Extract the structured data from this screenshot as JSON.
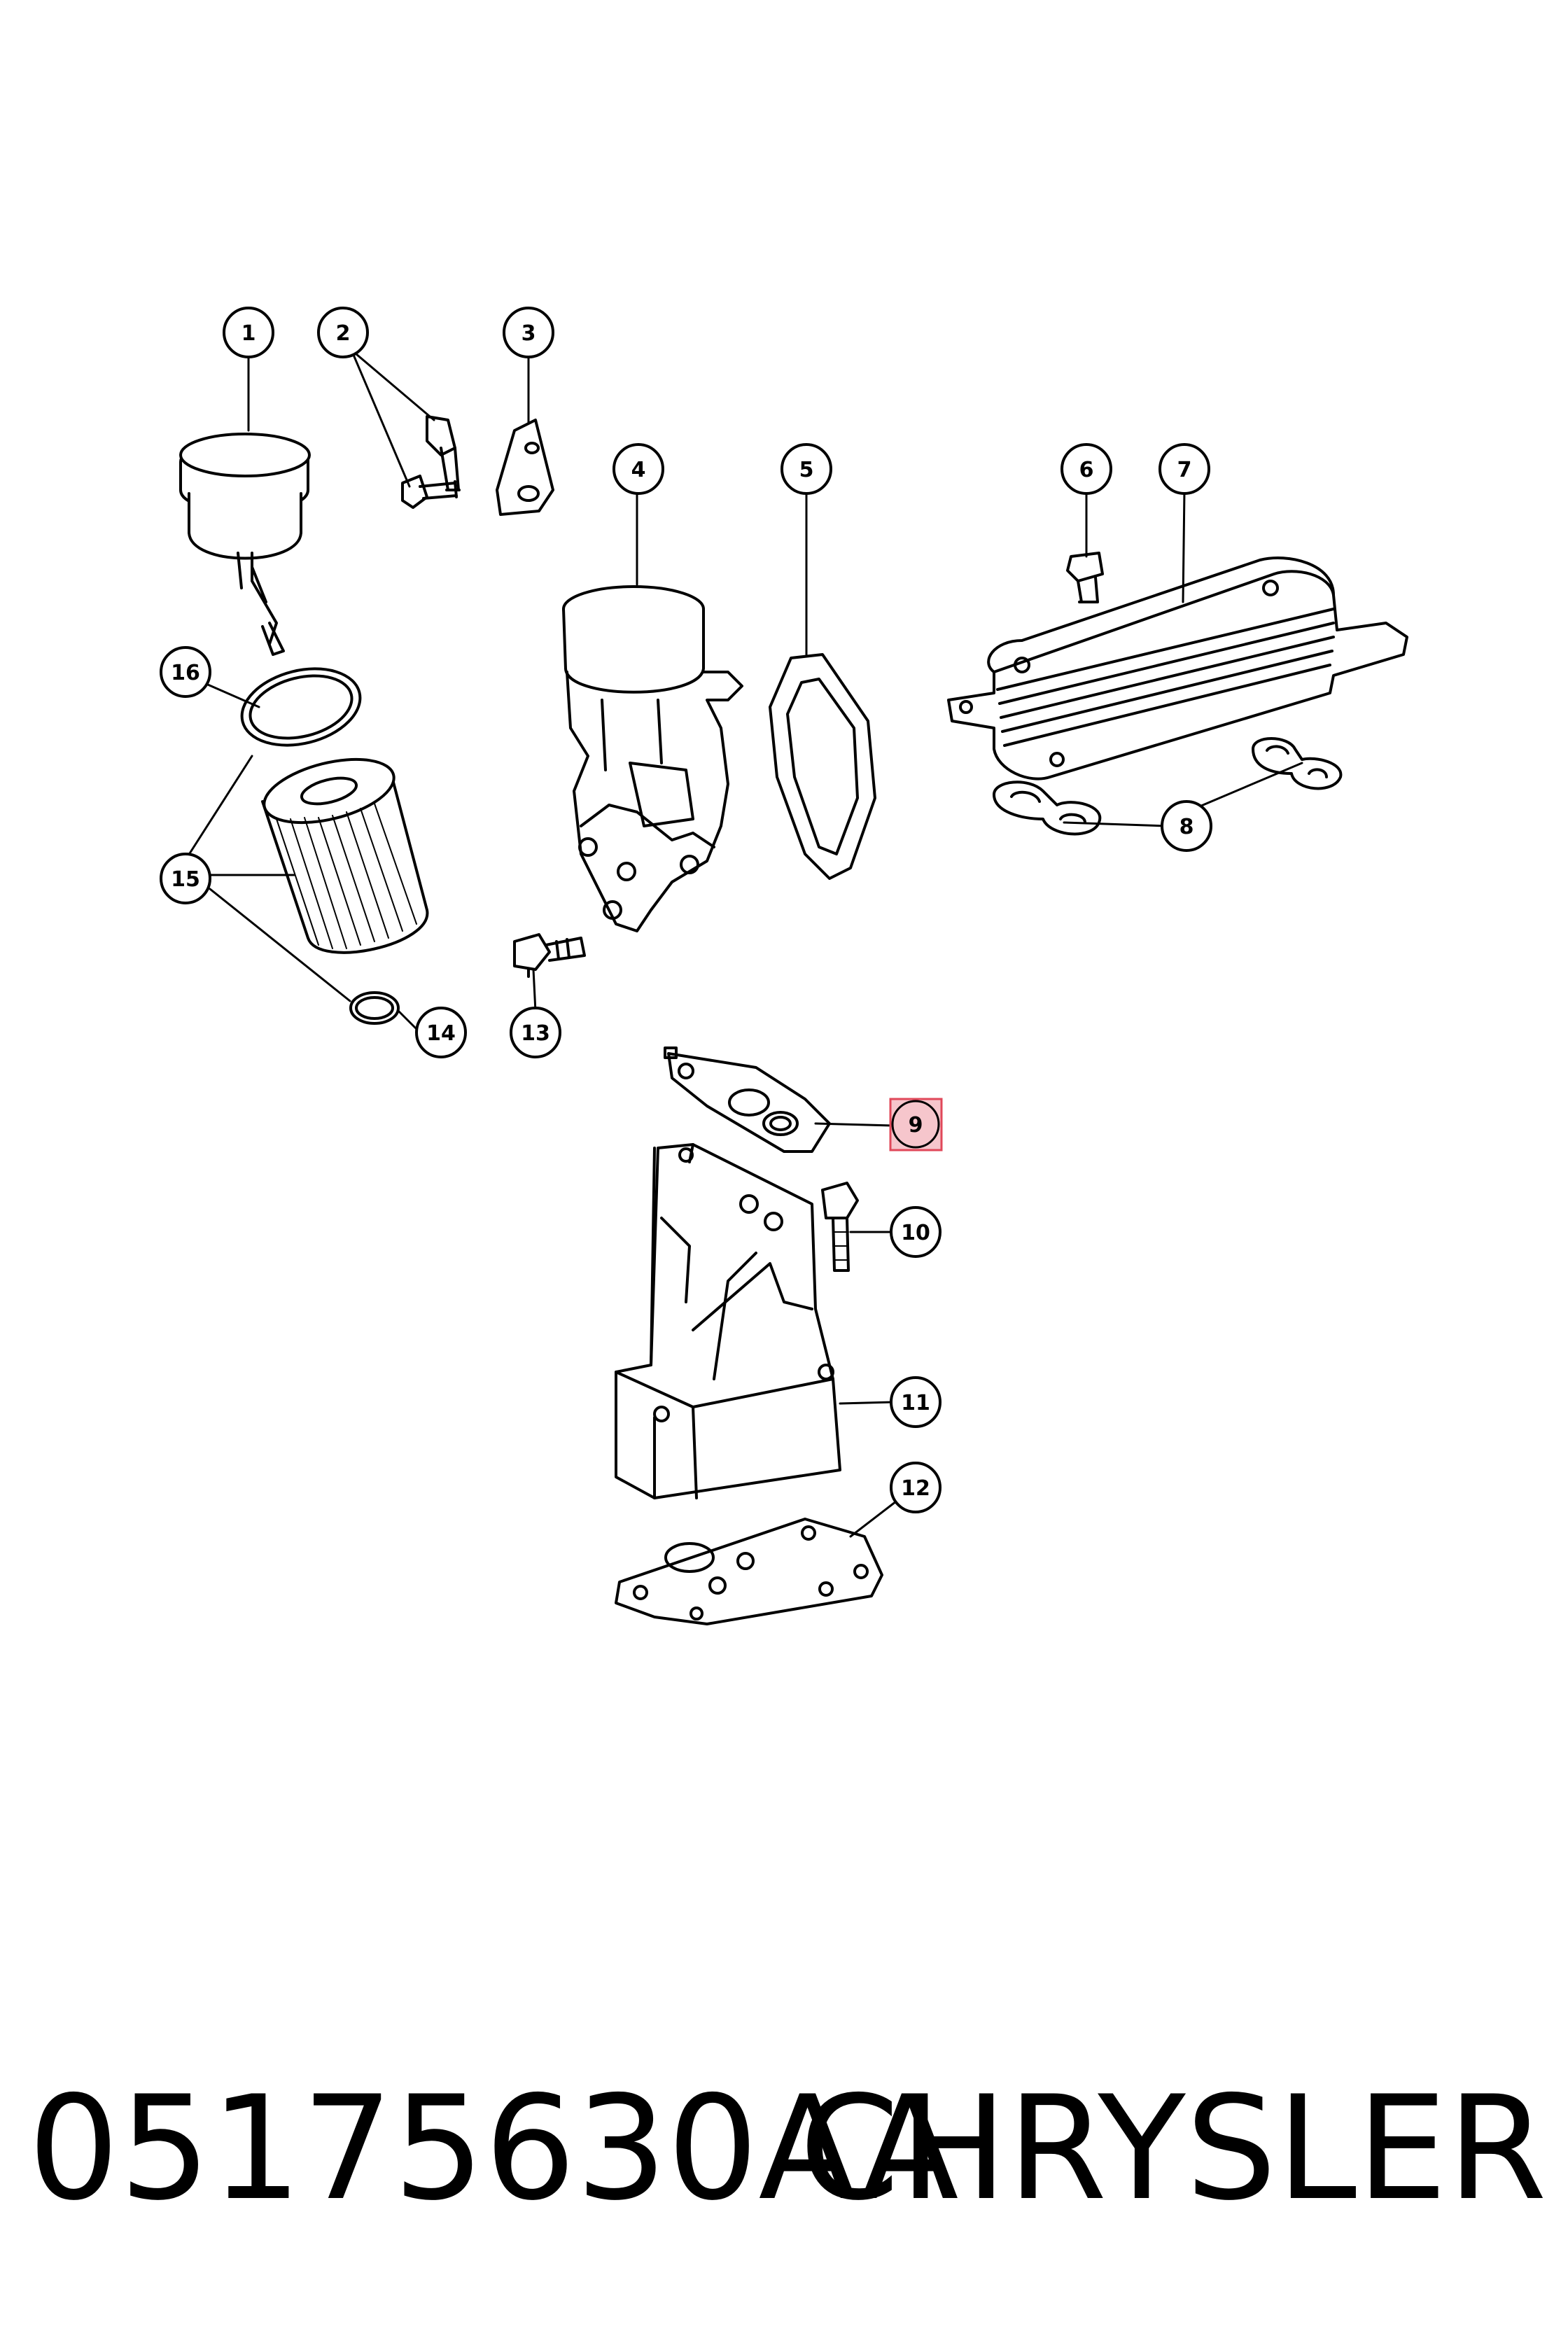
{
  "callouts": [
    {
      "id": "1",
      "label": "1"
    },
    {
      "id": "2",
      "label": "2"
    },
    {
      "id": "3",
      "label": "3"
    },
    {
      "id": "4",
      "label": "4"
    },
    {
      "id": "5",
      "label": "5"
    },
    {
      "id": "6",
      "label": "6"
    },
    {
      "id": "7",
      "label": "7"
    },
    {
      "id": "8",
      "label": "8"
    },
    {
      "id": "9",
      "label": "9"
    },
    {
      "id": "10",
      "label": "10"
    },
    {
      "id": "11",
      "label": "11"
    },
    {
      "id": "12",
      "label": "12"
    },
    {
      "id": "13",
      "label": "13"
    },
    {
      "id": "14",
      "label": "14"
    },
    {
      "id": "15",
      "label": "15"
    },
    {
      "id": "16",
      "label": "16"
    }
  ],
  "highlighted_callout": "9",
  "colors": {
    "line": "#000000",
    "highlight_fill": "#f6c6cc",
    "highlight_border": "#e0485a"
  },
  "footer": {
    "part_number": "05175630AA",
    "brand": "CHRYSLER"
  }
}
